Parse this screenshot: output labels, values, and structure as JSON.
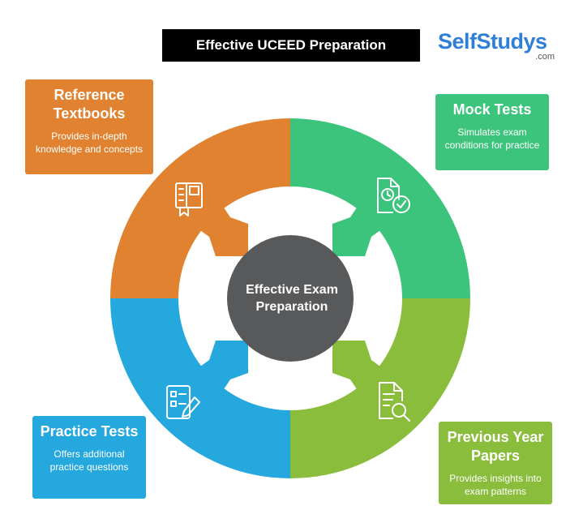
{
  "header": {
    "title": "Effective UCEED Preparation"
  },
  "logo": {
    "main": "SelfStudys",
    "sub": ".com"
  },
  "center": {
    "line1": "Effective Exam",
    "line2": "Preparation"
  },
  "colors": {
    "orange": "#e08230",
    "green": "#3cc47c",
    "blue": "#25a8de",
    "lime": "#8bbd3c",
    "center": "#58595b"
  },
  "segments": [
    {
      "heading": "Reference Textbooks",
      "description": "Provides in-depth knowledge and concepts",
      "icon": "book-icon"
    },
    {
      "heading": "Mock Tests",
      "description": "Simulates exam conditions for practice",
      "icon": "document-clock-check-icon"
    },
    {
      "heading": "Practice Tests",
      "description": "Offers additional practice questions",
      "icon": "checklist-pencil-icon"
    },
    {
      "heading": "Previous Year Papers",
      "description": "Provides insights into exam patterns",
      "icon": "document-search-icon"
    }
  ]
}
